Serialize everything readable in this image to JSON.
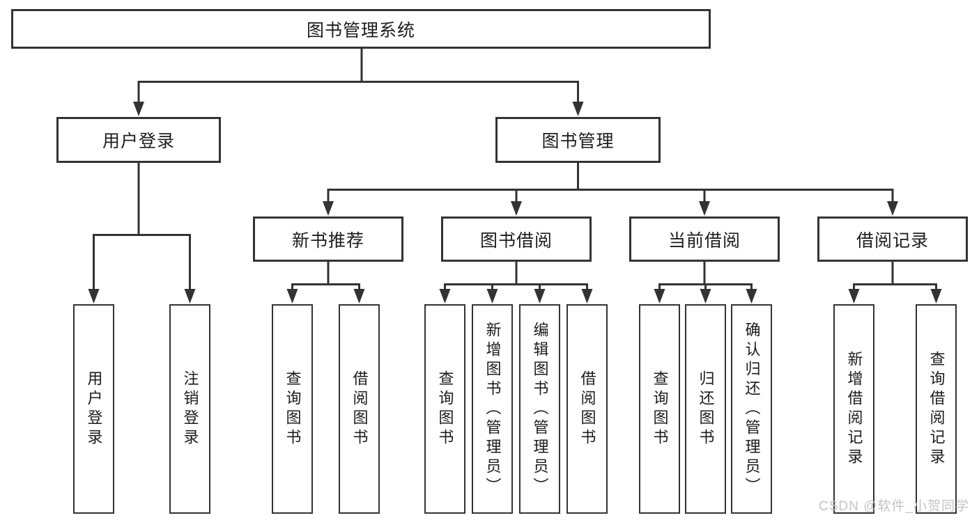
{
  "root": {
    "label": "图书管理系统"
  },
  "branches": {
    "user_login": {
      "label": "用户登录",
      "children": {
        "login": {
          "label": "用户登录"
        },
        "logout": {
          "label": "注销登录"
        }
      }
    },
    "book_management": {
      "label": "图书管理",
      "modules": {
        "new_book_recommend": {
          "label": "新书推荐",
          "children": {
            "query_book": {
              "label": "查询图书"
            },
            "borrow_book": {
              "label": "借阅图书"
            }
          }
        },
        "book_borrow": {
          "label": "图书借阅",
          "children": {
            "query_book": {
              "label": "查询图书"
            },
            "add_book": {
              "label": "新增图书（管理员）"
            },
            "edit_book": {
              "label": "编辑图书（管理员）"
            },
            "borrow_book": {
              "label": "借阅图书"
            }
          }
        },
        "current_borrow": {
          "label": "当前借阅",
          "children": {
            "query_book": {
              "label": "查询图书"
            },
            "return_book": {
              "label": "归还图书"
            },
            "confirm_return": {
              "label": "确认归还（管理员）"
            }
          }
        },
        "borrow_records": {
          "label": "借阅记录",
          "children": {
            "add_record": {
              "label": "新增借阅记录"
            },
            "query_record": {
              "label": "查询借阅记录"
            }
          }
        }
      }
    }
  },
  "watermark": {
    "text": "CSDN @软件_小贺同学"
  },
  "colors": {
    "line": "#333333",
    "box_background": "#ffffff",
    "text": "#1c1c1c",
    "watermark": "#c4c4c4",
    "page_background": "#ffffff"
  }
}
